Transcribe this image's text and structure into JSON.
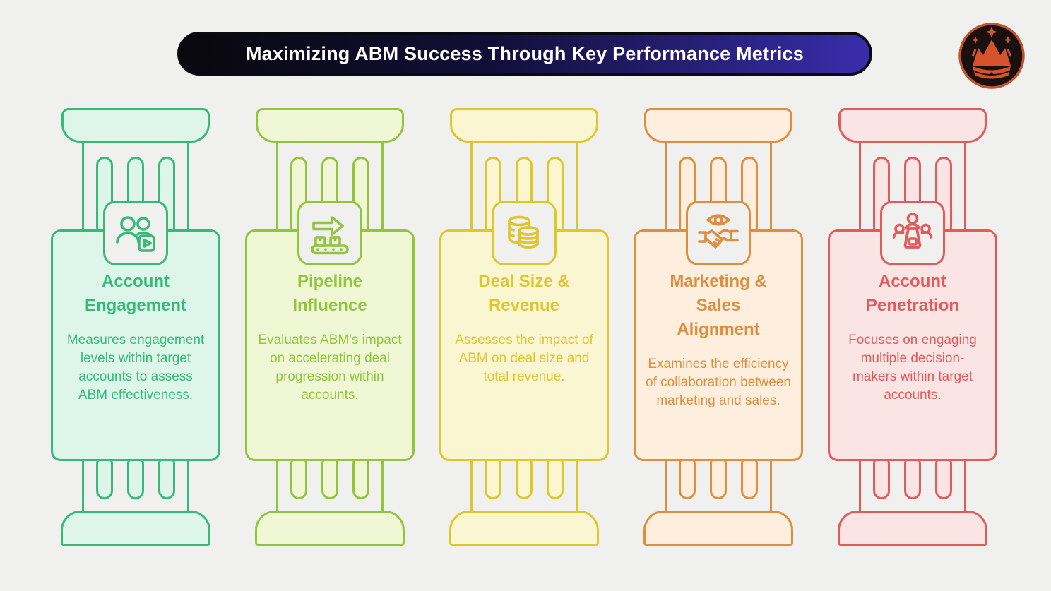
{
  "header": {
    "title": "Maximizing ABM Success Through Key Performance Metrics",
    "gradient_left": "#08080c",
    "gradient_mid": "#120e38",
    "gradient_right": "#3a2dab",
    "text_color": "#ffffff"
  },
  "logo": {
    "name": "crown-logo",
    "ring_color": "#c8502b",
    "background_color": "#191110",
    "crown_color": "#d5522c"
  },
  "page": {
    "background": "#f0f0ee"
  },
  "pillars": [
    {
      "title": "Account Engagement",
      "description": "Measures engagement levels within target accounts to assess ABM effectiveness.",
      "icon": "users-video-icon",
      "stroke": "#36b979",
      "fill": "#def5e9"
    },
    {
      "title": "Pipeline Influence",
      "description": "Evaluates ABM's impact on accelerating deal progression within accounts.",
      "icon": "conveyor-arrow-icon",
      "stroke": "#92c43e",
      "fill": "#eff7d5"
    },
    {
      "title": "Deal Size & Revenue",
      "description": "Assesses the impact of ABM on deal size and total revenue.",
      "icon": "coins-stack-icon",
      "stroke": "#ddc72d",
      "fill": "#fbf6d2"
    },
    {
      "title": "Marketing & Sales Alignment",
      "description": "Examines the efficiency of collaboration between marketing and sales.",
      "icon": "eye-handshake-icon",
      "stroke": "#dd8e3e",
      "fill": "#fdeedd"
    },
    {
      "title": "Account Penetration",
      "description": "Focuses on engaging multiple decision-makers within target accounts.",
      "icon": "meeting-table-icon",
      "stroke": "#e25b5b",
      "fill": "#fbe4e4"
    }
  ]
}
